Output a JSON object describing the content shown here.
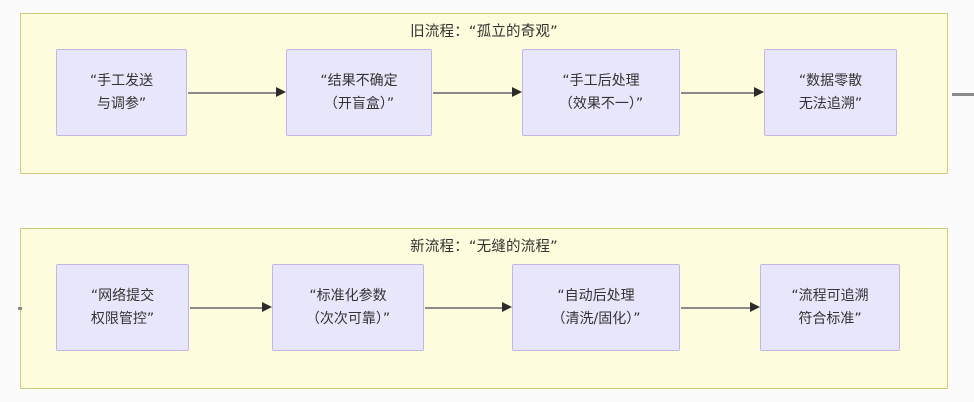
{
  "diagram": {
    "type": "flowchart",
    "sections": [
      {
        "id": "old",
        "title": "旧流程：“孤立的奇观”",
        "nodes": [
          {
            "line1": "“手工发送",
            "line2": "与调参”"
          },
          {
            "line1": "“结果不确定",
            "line2": "（开盲盒）”"
          },
          {
            "line1": "“手工后处理",
            "line2": "（效果不一）”"
          },
          {
            "line1": "“数据零散",
            "line2": "无法追溯”"
          }
        ]
      },
      {
        "id": "new",
        "title": "新流程：“无缝的流程”",
        "nodes": [
          {
            "line1": "“网络提交",
            "line2": "权限管控”"
          },
          {
            "line1": "“标准化参数",
            "line2": "（次次可靠）”"
          },
          {
            "line1": "“自动后处理",
            "line2": "（清洗/固化）”"
          },
          {
            "line1": "“流程可追溯",
            "line2": "符合标准”"
          }
        ]
      }
    ],
    "colors": {
      "subgraph_fill": "#fdfcdc",
      "subgraph_border": "#cfcb7c",
      "node_fill": "#e8e6fb",
      "node_border": "#c6b4e8",
      "edge": "#8a8a8a",
      "arrowhead": "#2b2b2b",
      "text": "#333333",
      "canvas": "#fbfbfb"
    }
  }
}
